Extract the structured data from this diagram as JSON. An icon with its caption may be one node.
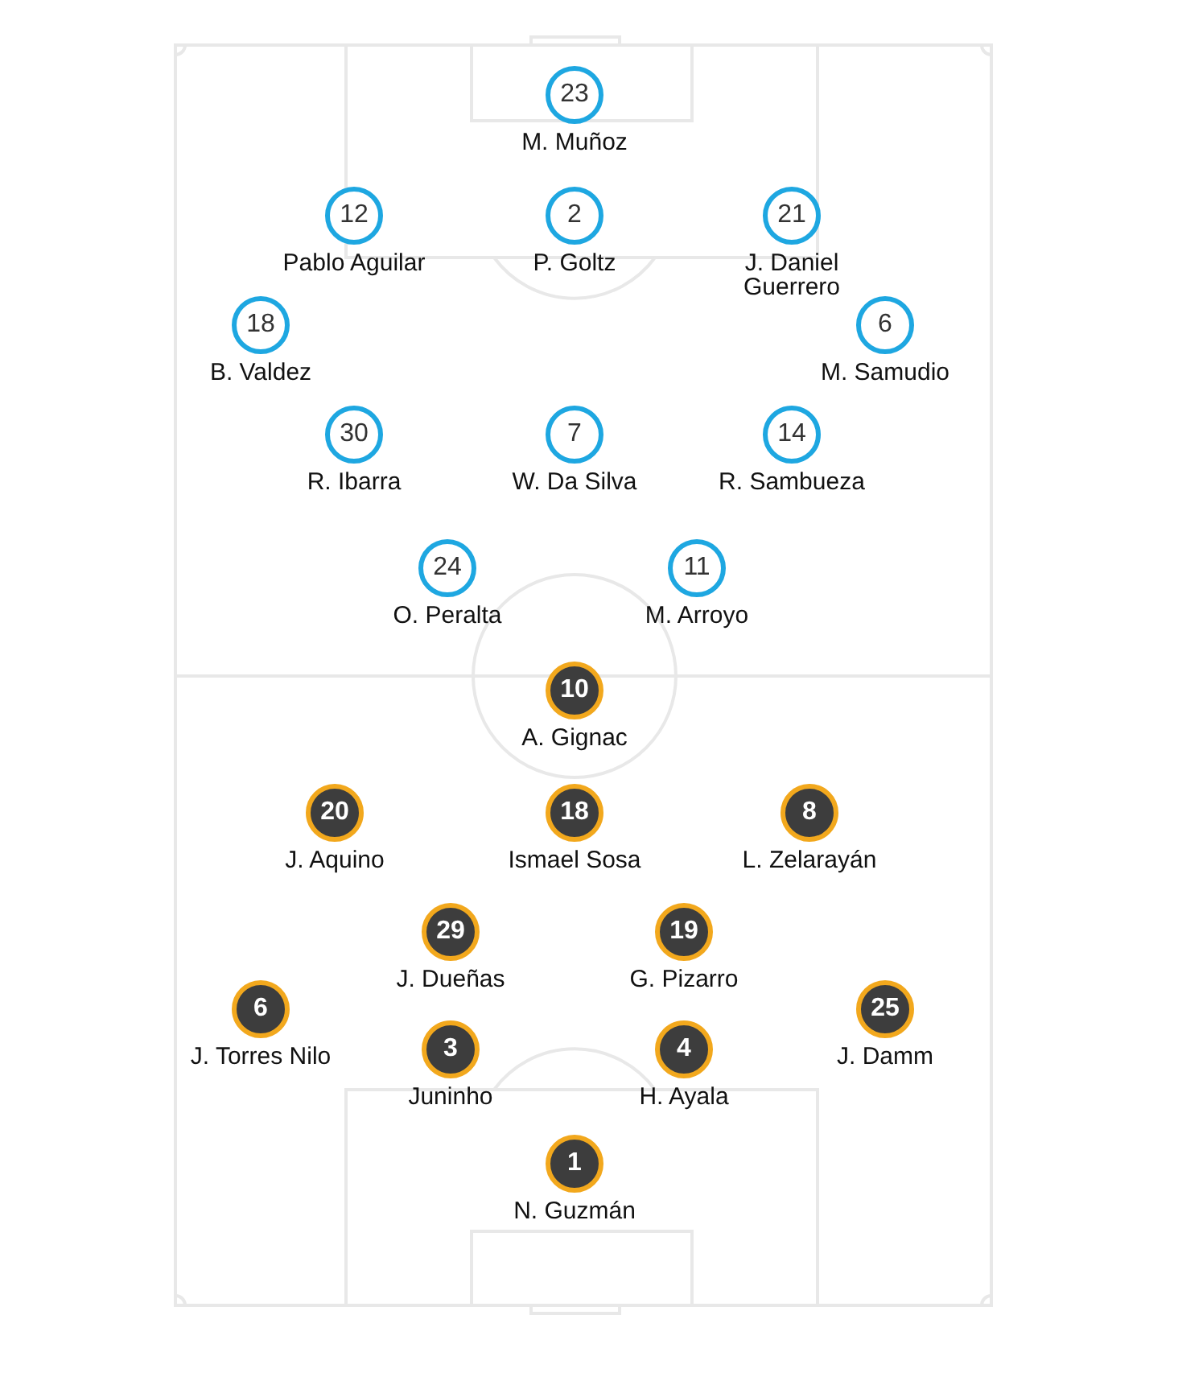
{
  "diagram": {
    "nodes": [
      {
        "text": [
          "23"
        ],
        "beside": [
          "M. Muñoz"
        ]
      },
      {
        "text": [
          "12"
        ],
        "beside": [
          "Pablo Aguilar"
        ]
      },
      {
        "text": [
          "2"
        ],
        "beside": [
          "P. Goltz"
        ]
      },
      {
        "text": [
          "21"
        ],
        "beside": [
          "J. Daniel Guerrero"
        ]
      },
      {
        "text": [
          "18"
        ],
        "beside": [
          "B. Valdez"
        ]
      },
      {
        "text": [
          "6"
        ],
        "beside": [
          "M. Samudio"
        ]
      },
      {
        "text": [
          "30"
        ],
        "beside": [
          "R. Ibarra"
        ]
      },
      {
        "text": [
          "7"
        ],
        "beside": [
          "W. Da Silva"
        ]
      },
      {
        "text": [
          "14"
        ],
        "beside": [
          "R. Sambueza"
        ]
      },
      {
        "text": [
          "24"
        ],
        "beside": [
          "O. Peralta"
        ]
      },
      {
        "text": [
          "11"
        ],
        "beside": [
          "M. Arroyo"
        ]
      },
      {
        "text": [
          "10"
        ],
        "beside": [
          "A. Gignac"
        ]
      },
      {
        "text": [
          "20"
        ],
        "beside": [
          "J. Aquino"
        ]
      },
      {
        "text": [
          "18"
        ],
        "beside": [
          "Ismael Sosa"
        ]
      },
      {
        "text": [
          "8"
        ],
        "beside": [
          "L. Zelarayán"
        ]
      },
      {
        "text": [
          "29"
        ],
        "beside": [
          "J. Dueñas"
        ]
      },
      {
        "text": [
          "19"
        ],
        "beside": [
          "G. Pizarro"
        ]
      },
      {
        "text": [
          "6"
        ],
        "beside": [
          "J. Torres Nilo"
        ]
      },
      {
        "text": [
          "25"
        ],
        "beside": [
          "J. Damm"
        ]
      },
      {
        "text": [
          "3"
        ],
        "beside": [
          "Juninho"
        ]
      },
      {
        "text": [
          "4"
        ],
        "beside": [
          "H. Ayala"
        ]
      },
      {
        "text": [
          "1"
        ],
        "beside": [
          "N. Guzmán"
        ]
      }
    ]
  }
}
